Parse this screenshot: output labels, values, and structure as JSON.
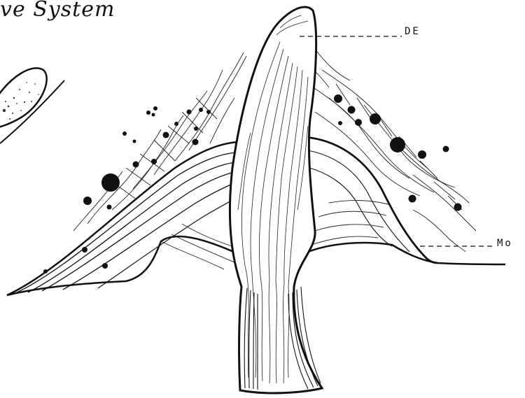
{
  "title": "ve System",
  "labels": {
    "de": "DE",
    "mo": "Mo"
  },
  "colors": {
    "ink": "#111111",
    "paper": "#ffffff"
  }
}
